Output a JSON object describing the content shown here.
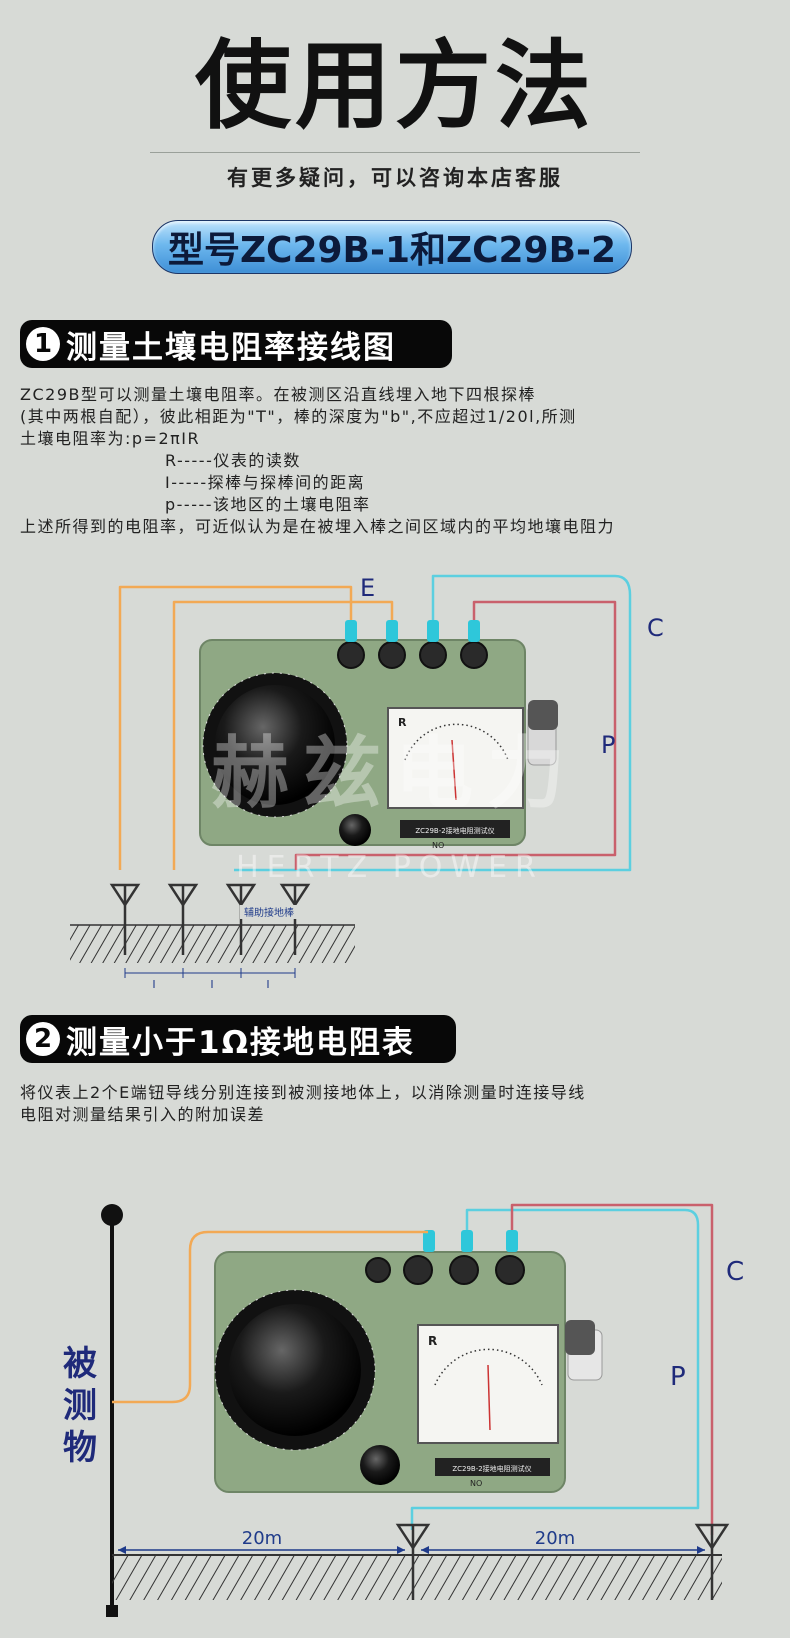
{
  "header": {
    "title": "使用方法",
    "subtitle": "有更多疑问，可以咨询本店客服",
    "model": "型号ZC29B-1和ZC29B-2"
  },
  "section1": {
    "number": "1",
    "heading": "测量土壤电阻率接线图",
    "lines": [
      "ZC29B型可以测量土壤电阻率。在被测区沿直线埋入地下四根探棒",
      "(其中两根自配），彼此相距为\"T\"，棒的深度为\"b\",不应超过1/20l,所测",
      "土壤电阻率为:p=2πIR"
    ],
    "defs": [
      "R-----仪表的读数",
      "I-----探棒与探棒间的距离",
      "p-----该地区的土壤电阻率"
    ],
    "conclusion": "上述所得到的电阻率，可近似认为是在被埋入棒之间区域内的平均地壤电阻力",
    "diagram": {
      "label_e": "E",
      "label_c": "C",
      "label_p": "P",
      "rod_label": "辅助接地棒",
      "spacing_label": "I",
      "watermark_cn": "赫兹电力",
      "watermark_en": "HERTZ POWER",
      "meter_plate": "ZC29B-2接地电阻测试仪",
      "plate_no": "NO",
      "gauge_logo": "R",
      "wire_colors": {
        "orange": "#f2a955",
        "cyan": "#5ccfe0",
        "red": "#c9606c"
      }
    }
  },
  "section2": {
    "number": "2",
    "heading": "测量小于1Ω接地电阻表",
    "lines": [
      "将仪表上2个E端钮导线分别连接到被测接地体上，以消除测量时连接导线",
      "电阻对测量结果引入的附加误差"
    ],
    "diagram": {
      "label_c": "C",
      "label_p": "P",
      "object_label": [
        "被",
        "测",
        "物"
      ],
      "distance_1": "20m",
      "distance_2": "20m",
      "meter_plate": "ZC29B-2接地电阻测试仪",
      "plate_no": "NO",
      "gauge_logo": "R"
    }
  }
}
